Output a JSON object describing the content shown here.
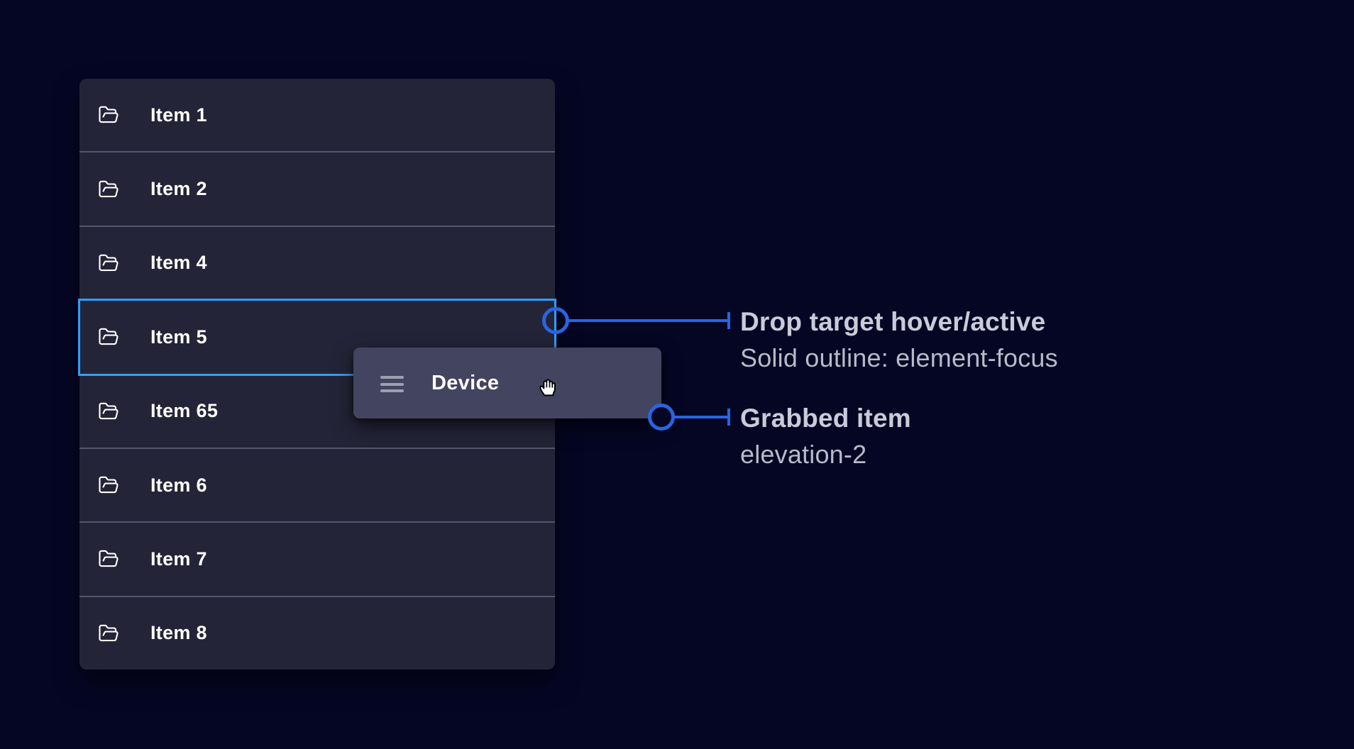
{
  "list": {
    "items": [
      {
        "label": "Item 1"
      },
      {
        "label": "Item 2"
      },
      {
        "label": "Item 4"
      },
      {
        "label": "Item 5",
        "state": "drop-target"
      },
      {
        "label": "Item 65"
      },
      {
        "label": "Item 6"
      },
      {
        "label": "Item 7"
      },
      {
        "label": "Item 8"
      }
    ]
  },
  "drag_card": {
    "label": "Device"
  },
  "annotations": [
    {
      "title": "Drop target hover/active",
      "subtitle": "Solid outline: element-focus"
    },
    {
      "title": "Grabbed item",
      "subtitle": "elevation-2"
    }
  ],
  "colors": {
    "page_bg": "#050624",
    "row_bg": "#232437",
    "divider": "#54566E",
    "focus_outline": "#2F9FFF",
    "marker_blue": "#2A64DF",
    "card_bg": "#434460",
    "item_text": "#FFFFFF",
    "annotation_title": "#C9CBD8",
    "annotation_subtitle": "#B7BAC8",
    "handle": "#9EA0B2"
  }
}
